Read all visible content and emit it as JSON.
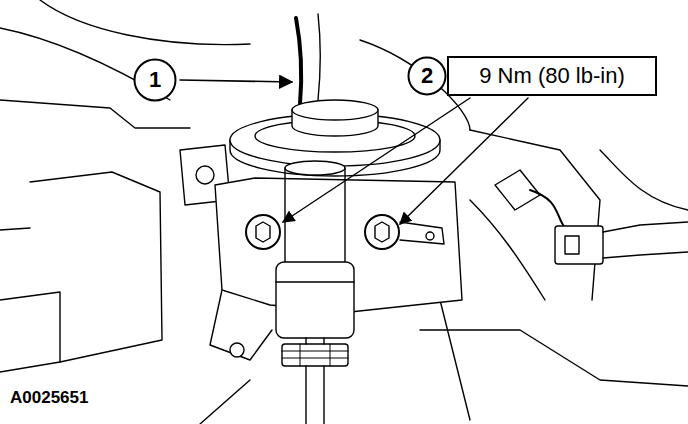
{
  "diagram": {
    "nodes": [
      {
        "text": [
          "1"
        ]
      },
      {
        "text": [
          "2"
        ]
      },
      {
        "text": [
          "9 Nm (80 lb-in)"
        ]
      }
    ],
    "labels": [
      "A0025651"
    ]
  }
}
